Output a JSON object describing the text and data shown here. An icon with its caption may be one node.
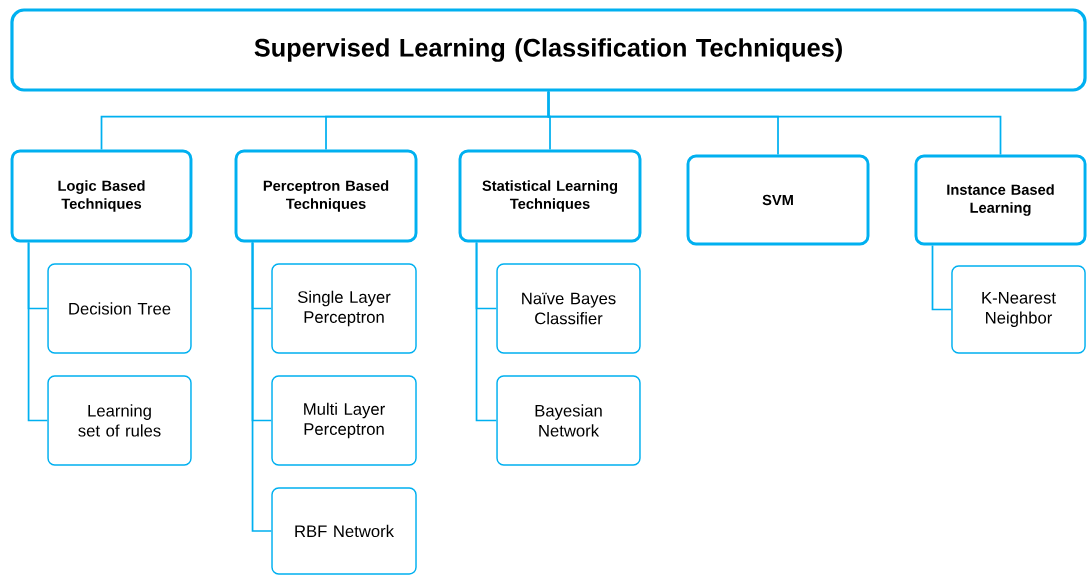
{
  "diagram": {
    "nodes": [
      {
        "text": [
          "Supervised Learning (Classification Techniques)"
        ]
      },
      {
        "text": [
          "Logic Based Techniques"
        ]
      },
      {
        "text": [
          "Perceptron Based Techniques"
        ]
      },
      {
        "text": [
          "Statistical Learning Techniques"
        ]
      },
      {
        "text": [
          "SVM"
        ]
      },
      {
        "text": [
          "Instance Based Learning"
        ]
      },
      {
        "text": [
          "Decision Tree"
        ]
      },
      {
        "text": [
          "Learning set of rules"
        ]
      },
      {
        "text": [
          "Single Layer Perceptron"
        ]
      },
      {
        "text": [
          "Multi Layer Perceptron"
        ]
      },
      {
        "text": [
          "RBF Network"
        ]
      },
      {
        "text": [
          "Naïve Bayes Classifier"
        ]
      },
      {
        "text": [
          "Bayesian Network"
        ]
      },
      {
        "text": [
          "K-Nearest Neighbor"
        ]
      }
    ],
    "edges": [
      {
        "from": 0,
        "to": 1,
        "arrow": "none"
      },
      {
        "from": 0,
        "to": 2,
        "arrow": "none"
      },
      {
        "from": 0,
        "to": 3,
        "arrow": "none"
      },
      {
        "from": 0,
        "to": 4,
        "arrow": "none"
      },
      {
        "from": 0,
        "to": 5,
        "arrow": "none"
      },
      {
        "from": 1,
        "to": 6,
        "arrow": "none"
      },
      {
        "from": 1,
        "to": 7,
        "arrow": "none"
      },
      {
        "from": 2,
        "to": 8,
        "arrow": "none"
      },
      {
        "from": 2,
        "to": 9,
        "arrow": "none"
      },
      {
        "from": 2,
        "to": 10,
        "arrow": "none"
      },
      {
        "from": 3,
        "to": 11,
        "arrow": "none"
      },
      {
        "from": 3,
        "to": 12,
        "arrow": "none"
      },
      {
        "from": 5,
        "to": 13,
        "arrow": "none"
      }
    ]
  }
}
